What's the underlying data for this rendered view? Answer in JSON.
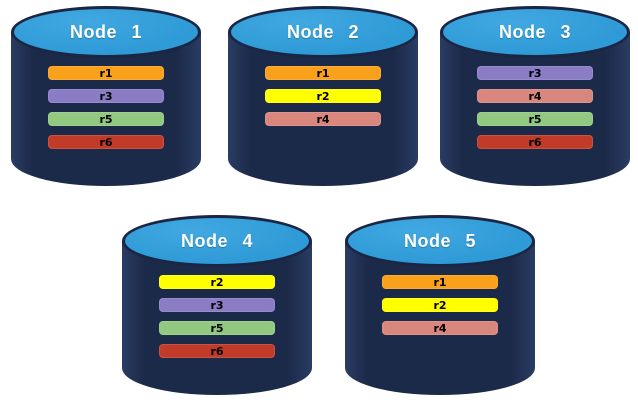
{
  "colors": {
    "background": "#ffffff",
    "cylinder_body": "#1C2A49",
    "cylinder_body_edge": "#2A3C63",
    "cylinder_top": "#2E9AD6",
    "cylinder_top_highlight": "#41A8E1",
    "cylinder_outline": "#1A2643",
    "title_text": "#ffffff",
    "bar_text": "#000000"
  },
  "replica_colors": {
    "r1": "#F9A11B",
    "r2": "#FFFF00",
    "r3": "#8B7CC6",
    "r4": "#D9867D",
    "r5": "#90C97F",
    "r6": "#C23B29"
  },
  "nodes": [
    {
      "label": "Node 1",
      "replicas": [
        "r1",
        "r3",
        "r5",
        "r6"
      ]
    },
    {
      "label": "Node 2",
      "replicas": [
        "r1",
        "r2",
        "r4"
      ]
    },
    {
      "label": "Node 3",
      "replicas": [
        "r3",
        "r4",
        "r5",
        "r6"
      ]
    },
    {
      "label": "Node 4",
      "replicas": [
        "r2",
        "r3",
        "r5",
        "r6"
      ]
    },
    {
      "label": "Node 5",
      "replicas": [
        "r1",
        "r2",
        "r4"
      ]
    }
  ]
}
